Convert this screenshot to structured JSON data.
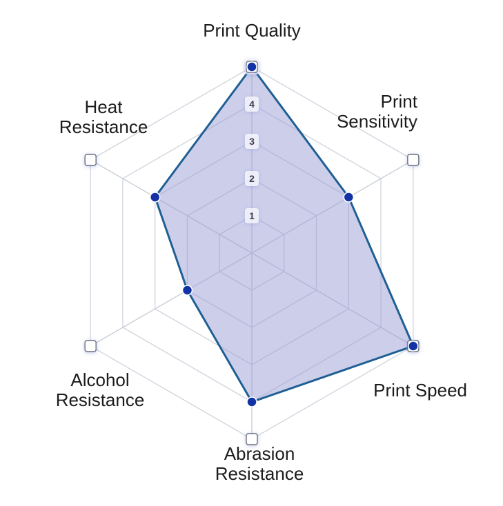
{
  "chart_data": {
    "type": "radar",
    "axes": [
      "Print Quality",
      "Print Sensitivity",
      "Print Speed",
      "Abrasion Resistance",
      "Alcohol Resistance",
      "Heat Resistance"
    ],
    "axis_label_lines": [
      [
        "Print Quality"
      ],
      [
        "Print",
        "Sensitivity"
      ],
      [
        "Print Speed"
      ],
      [
        "Abrasion",
        "Resistance"
      ],
      [
        "Alcohol",
        "Resistance"
      ],
      [
        "Heat",
        "Resistance"
      ]
    ],
    "ticks": [
      "1",
      "2",
      "3",
      "4",
      "5"
    ],
    "range": [
      0,
      5
    ],
    "grid": true,
    "series": [
      {
        "values": [
          5,
          3,
          5,
          4,
          2,
          3
        ]
      }
    ],
    "colors": {
      "fill": "#9a9dd6",
      "line": "#1f5f94",
      "point": "#1232a6",
      "grid": "#cfd3db",
      "axis": "#c7ccd4",
      "marker_border": "#6b7280"
    }
  }
}
